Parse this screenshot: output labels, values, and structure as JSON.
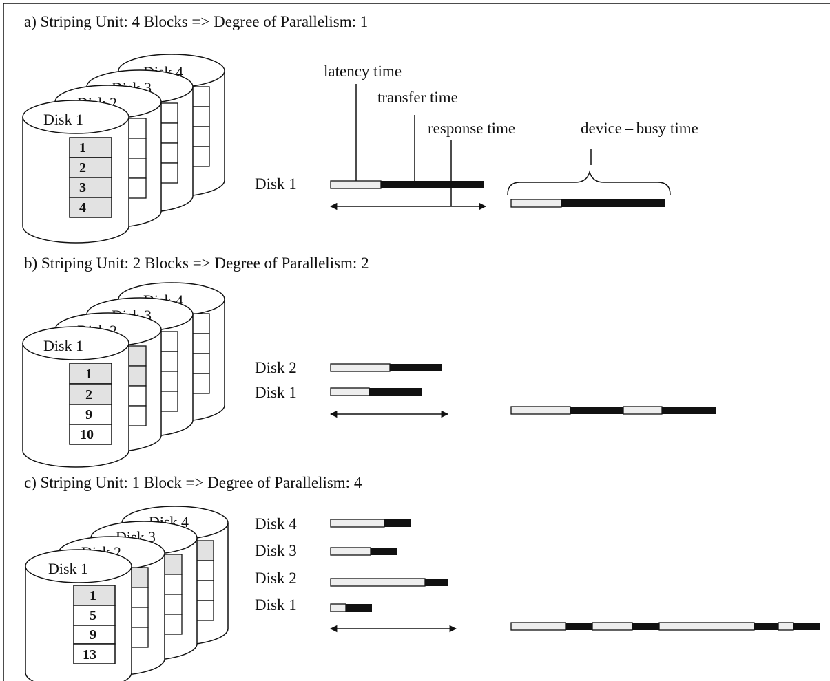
{
  "colors": {
    "latency": "#eeeeee",
    "transfer": "#111111",
    "highlight": "#e2e2e2",
    "line": "#111111"
  },
  "panels": [
    {
      "caption": "a) Striping Unit: 4 Blocks => Degree of Parallelism: 1",
      "disks": [
        "Disk 1",
        "Disk 2",
        "Disk 3",
        "Disk 4"
      ],
      "front_blocks": [
        "1",
        "2",
        "3",
        "4"
      ],
      "disk_labels": [
        "Disk 1"
      ],
      "annotations": [
        "latency time",
        "transfer time",
        "response time",
        "device – busy time"
      ]
    },
    {
      "caption": "b) Striping Unit: 2 Blocks => Degree of Parallelism: 2",
      "disks": [
        "Disk 1",
        "Disk 2",
        "Disk 3",
        "Disk 4"
      ],
      "front_blocks": [
        "1",
        "2",
        "9",
        "10"
      ],
      "disk_labels": [
        "Disk 2",
        "Disk 1"
      ]
    },
    {
      "caption": "c) Striping Unit: 1 Block => Degree of Parallelism: 4",
      "disks": [
        "Disk 1",
        "Disk 2",
        "Disk 3",
        "Disk 4"
      ],
      "front_blocks": [
        "1",
        "5",
        "9",
        "13"
      ],
      "disk_labels": [
        "Disk 4",
        "Disk 3",
        "Disk 2",
        "Disk 1"
      ]
    }
  ]
}
